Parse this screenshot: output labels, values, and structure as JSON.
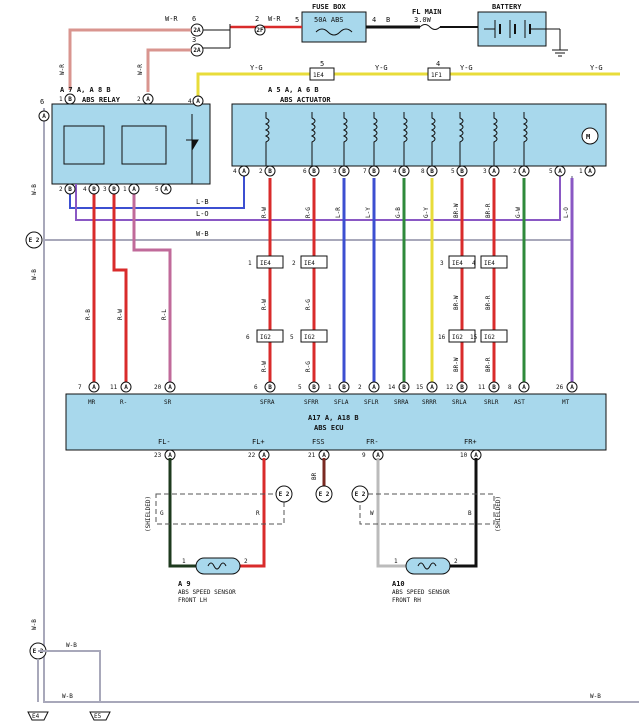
{
  "fuse_box": {
    "title": "FUSE BOX",
    "fuse_label": "50A ABS",
    "pin_in": "5",
    "pin_out": "4",
    "wire_out": "B"
  },
  "fl_main": {
    "title": "FL MAIN",
    "rating": "3.0W"
  },
  "battery": {
    "title": "BATTERY"
  },
  "top_connectors": {
    "c2a_pin": "6",
    "c2a_label": "2A",
    "c2f_pin": "2",
    "c2f_label": "2F",
    "wire_wr1": "W-R",
    "wire_wr2": "W-R",
    "c2a2_pin": "3",
    "c2a2_label": "2A",
    "wire_wr3": "W-R",
    "wire_wr4": "W-R"
  },
  "yg_line": {
    "ie4_pin": "5",
    "ie4_label": "1E4",
    "if1_pin": "4",
    "if1_label": "1F1",
    "wire1": "Y-G",
    "wire2": "Y-G",
    "wire3": "Y-G",
    "wire4": "Y-G"
  },
  "abs_relay": {
    "ref": "A 7",
    "ref_a": "A",
    "ref_mid": ", A 8",
    "ref_b": "B",
    "name": "ABS RELAY",
    "top_pins": [
      "1",
      "2"
    ],
    "top_pin_letters": [
      "B",
      "A"
    ],
    "bottom_pins": [
      "2",
      "4",
      "3",
      "1",
      "5"
    ],
    "bottom_pin_letters": [
      "B",
      "B",
      "B",
      "A",
      "A"
    ]
  },
  "abs_actuator": {
    "ref": "A 5",
    "ref_a": "A",
    "ref_mid": ", A 6",
    "ref_b": "B",
    "name": "ABS ACTUATOR",
    "left_pin": "4",
    "left_pin_letter": "A",
    "bottom_pins": [
      "4",
      "2",
      "6",
      "3",
      "7",
      "4",
      "8",
      "5",
      "3",
      "2",
      "5",
      "1"
    ],
    "bottom_pin_letters": [
      "A",
      "B",
      "B",
      "B",
      "B",
      "B",
      "B",
      "B",
      "A",
      "A",
      "A",
      "A"
    ]
  },
  "left_pins": {
    "pin6_label": "6",
    "pin_a": "A"
  },
  "wires_relay": {
    "lb": "L-B",
    "lo": "L-O",
    "wb": "W-B"
  },
  "e2_labels": {
    "left1": "E 2",
    "left2": "E 2",
    "s1": "E 2",
    "s2": "E 2",
    "s3": "E 2"
  },
  "channels": [
    {
      "wire_top": "R-W",
      "conn1_pin": "1",
      "conn1": "IE4",
      "wire_mid": "R-W",
      "conn2_pin": "6",
      "conn2": "IG2",
      "wire_bot": "R-W",
      "ecu_pin": "6",
      "ecu_letter": "B",
      "ecu_label": "SFRA"
    },
    {
      "wire_top": "R-G",
      "conn1_pin": "2",
      "conn1": "IE4",
      "wire_mid": "R-G",
      "conn2_pin": "5",
      "conn2": "IG2",
      "wire_bot": "R-G",
      "ecu_pin": "5",
      "ecu_letter": "B",
      "ecu_label": "SFRR"
    },
    {
      "wire_top": "L-R",
      "ecu_pin": "1",
      "ecu_letter": "B",
      "ecu_label": "SFLA"
    },
    {
      "wire_top": "L-Y",
      "ecu_pin": "2",
      "ecu_letter": "A",
      "ecu_label": "SFLR"
    },
    {
      "wire_top": "G-B",
      "ecu_pin": "14",
      "ecu_letter": "B",
      "ecu_label": "SRRA"
    },
    {
      "wire_top": "G-Y",
      "ecu_pin": "15",
      "ecu_letter": "A",
      "ecu_label": "SRRR"
    },
    {
      "wire_top": "BR-W",
      "conn1_pin": "3",
      "conn1": "IE4",
      "wire_mid": "BR-W",
      "conn2_pin": "16",
      "conn2": "IG2",
      "wire_bot": "BR-W",
      "ecu_pin": "12",
      "ecu_letter": "B",
      "ecu_label": "SRLA"
    },
    {
      "wire_top": "BR-R",
      "conn1_pin": "4",
      "conn1": "IE4",
      "wire_mid": "BR-R",
      "conn2_pin": "15",
      "conn2": "IG2",
      "wire_bot": "BR-R",
      "ecu_pin": "11",
      "ecu_letter": "B",
      "ecu_label": "SRLR"
    },
    {
      "wire_top": "G-W",
      "ecu_pin": "8",
      "ecu_letter": "A",
      "ecu_label": "AST"
    },
    {
      "wire_top": "L-O"
    },
    {
      "wire_top": "W-B"
    },
    {
      "wire_top": "L-O",
      "ecu_pin": "26",
      "ecu_letter": "A",
      "ecu_label": "MT"
    }
  ],
  "relay_channels": [
    {
      "wire": "R-B",
      "ecu_pin": "7",
      "ecu_letter": "A",
      "ecu_label": "MR"
    },
    {
      "wire": "R-W",
      "ecu_pin": "11",
      "ecu_letter": "A",
      "ecu_label": "R-"
    },
    {
      "wire": "R-L",
      "ecu_pin": "20",
      "ecu_letter": "A",
      "ecu_label": "SR"
    }
  ],
  "abs_ecu": {
    "ref": "A17",
    "ref_a": "A",
    "ref_mid": ", A18",
    "ref_b": "B",
    "name": "ABS ECU"
  },
  "ecu_bottom": [
    {
      "label": "FL-",
      "pin": "23",
      "letter": "A"
    },
    {
      "label": "FL+",
      "pin": "22",
      "letter": "A"
    },
    {
      "label": "FSS",
      "pin": "21",
      "letter": "A"
    },
    {
      "label": "FR-",
      "pin": "9",
      "letter": "A"
    },
    {
      "label": "FR+",
      "pin": "10",
      "letter": "A"
    }
  ],
  "sensor_wires": {
    "g": "G",
    "r": "R",
    "br": "BR",
    "w": "W",
    "b": "B",
    "shielded_l": "(SHIELDED)",
    "shielded_r": "(SHIELDED)"
  },
  "sensor_lh": {
    "ref": "A 9",
    "line1": "ABS SPEED SENSOR",
    "line2": "FRONT LH",
    "pin1": "1",
    "pin2": "2"
  },
  "sensor_rh": {
    "ref": "A10",
    "line1": "ABS SPEED SENSOR",
    "line2": "FRONT RH",
    "pin1": "1",
    "pin2": "2"
  },
  "bottom": {
    "wb1": "W-B",
    "wb2": "W-B",
    "wb3": "W-B",
    "wb4": "W-B",
    "wb5": "W-B",
    "wb6": "W-B",
    "e4": "E4",
    "e5": "E5"
  },
  "colors": {
    "panel": "#a8d8ec",
    "red": "#d92b2b",
    "blue": "#3c4fd1",
    "green": "#2f8a3b",
    "yellow": "#e8dc3a",
    "purple": "#8a58c4",
    "gray": "#a8a8ba",
    "brown": "#7a2a22"
  }
}
